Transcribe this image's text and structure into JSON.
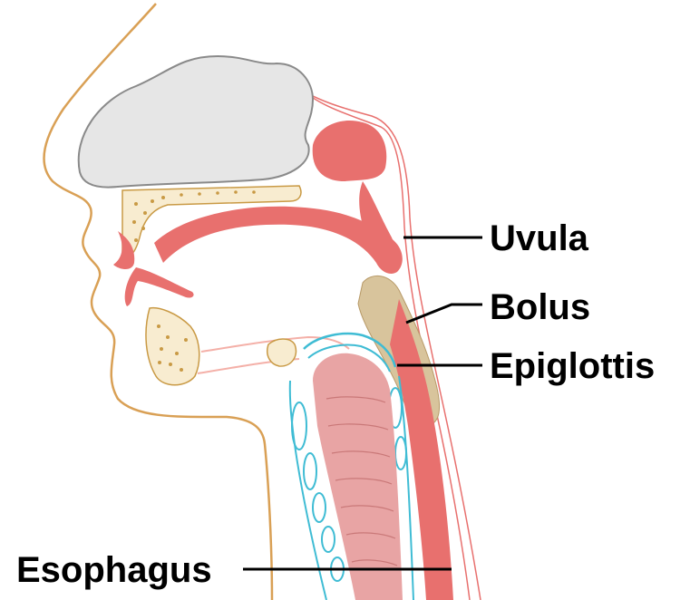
{
  "labels": {
    "uvula": "Uvula",
    "bolus": "Bolus",
    "epiglottis": "Epiglottis",
    "esophagus": "Esophagus"
  },
  "colors": {
    "skin_outline": "#d9a055",
    "nasal_cavity_fill": "#e6e6e6",
    "nasal_cavity_stroke": "#8a8a8a",
    "muscle": "#e8706e",
    "muscle_light": "#f4b0a8",
    "bone_fill": "#f8ecd0",
    "bone_dots": "#c99a45",
    "bolus": "#d8c49c",
    "cartilage": "#3fbcd4",
    "trachea": "#e8a4a4",
    "leader": "#000000"
  }
}
